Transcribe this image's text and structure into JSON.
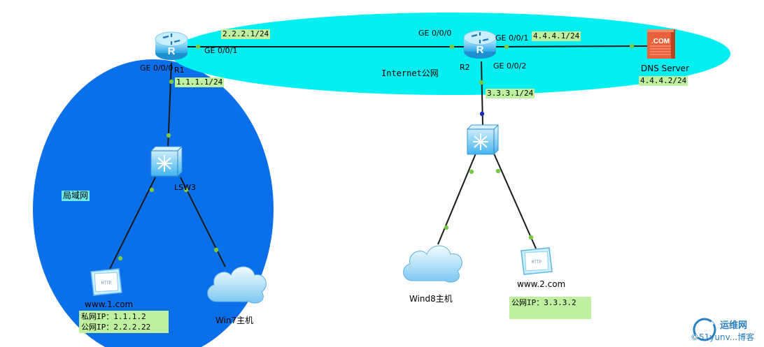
{
  "colors": {
    "lan_zone": "#0a6fe8",
    "internet_zone": "#00f0f2",
    "link": "#1a1a1a",
    "port_dot": "#7ac943",
    "port_dot_blue": "#1a28c8",
    "label_bg": "#bff0a0"
  },
  "zones": {
    "lan_label": "局域网",
    "internet_label": "Internet公网"
  },
  "devices": {
    "r1": {
      "name": "R1",
      "icon": "router-icon"
    },
    "r2": {
      "name": "R2",
      "icon": "router-icon"
    },
    "lsw3": {
      "name": "LSW3",
      "icon": "switch-icon"
    },
    "sw_right": {
      "name": "",
      "icon": "switch-icon"
    },
    "dns": {
      "name": "DNS Server",
      "icon": "dns-server-icon",
      "badge": ".COM"
    },
    "www1": {
      "name": "www.1.com",
      "icon": "http-server-icon",
      "badge": "HTTP"
    },
    "www2": {
      "name": "www.2.com",
      "icon": "http-server-icon",
      "badge": "HTTP"
    },
    "win7": {
      "name": "Win7主机",
      "icon": "cloud-icon"
    },
    "wind8": {
      "name": "Wind8主机",
      "icon": "cloud-icon"
    }
  },
  "ports": {
    "r1_ge001": "GE 0/0/1",
    "r1_ge000": "GE 0/0/0",
    "r2_ge000": "GE 0/0/0",
    "r2_ge001": "GE 0/0/1",
    "r2_ge002": "GE 0/0/2"
  },
  "addresses": {
    "r1_wan": "2.2.2.1/24",
    "r1_lan": "1.1.1.1/24",
    "r2_dns": "4.4.4.1/24",
    "dns": "4.4.4.2/24",
    "r2_lan": "3.3.3.1/24"
  },
  "info": {
    "www1_private": "私网IP：1.1.1.2",
    "www1_public": "公网IP：2.2.2.22",
    "www2_public": "公网IP：3.3.3.2"
  },
  "watermark": {
    "title": "运维网",
    "sub": "©51yunv...博客"
  }
}
